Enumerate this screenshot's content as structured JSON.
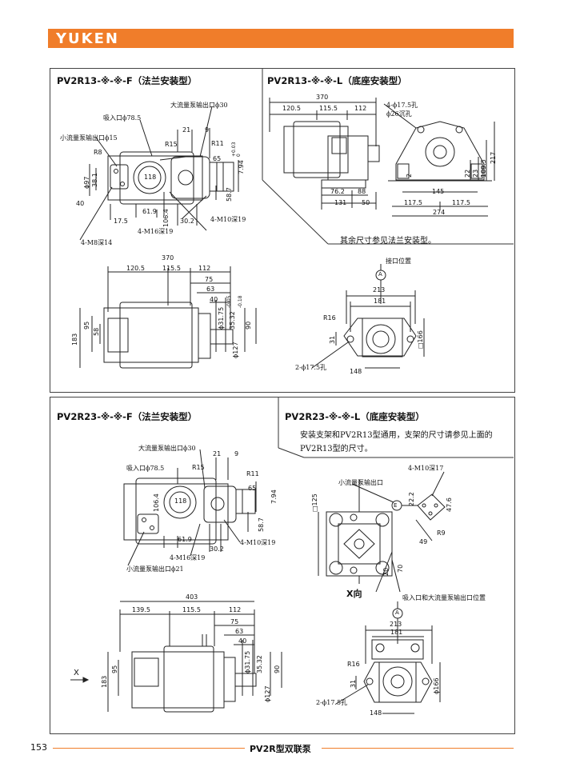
{
  "brand": "YUKEN",
  "page_number": "153",
  "footer_title": "PV2R型双联泵",
  "sec1": {
    "title": "PV2R13-※-※-F（法兰安装型）",
    "callouts": [
      "吸入口ϕ78.5",
      "大流量泵输出口ϕ30",
      "小流量泵输出口ϕ15",
      "R8",
      "R15",
      "R11",
      "65",
      "4-M16深19",
      "4-M8深14",
      "4-M10深19"
    ],
    "dims": [
      "21",
      "9",
      "7.94",
      "+0.03",
      "0",
      "118",
      "ϕ97",
      "38.1",
      "40",
      "17.5",
      "61.9",
      "106.4",
      "30.2",
      "58.7"
    ]
  },
  "sec2": {
    "title": "PV2R13-※-※-L（底座安装型）",
    "callouts": [
      "4-ϕ17.5孔",
      "ϕ26沉孔"
    ],
    "dims": [
      "370",
      "120.5",
      "115.5",
      "112",
      "76.2",
      "88",
      "131",
      "50",
      "145",
      "117.5",
      "117.5",
      "274",
      "2",
      "22",
      "23",
      "109.5",
      "217"
    ],
    "note": "其余尺寸参见法兰安装型。"
  },
  "sec3": {
    "dims": [
      "370",
      "120.5",
      "115.5",
      "112",
      "75",
      "63",
      "40",
      "ϕ31.75",
      "-0.05",
      "35.32",
      "-0.18",
      "ϕ127",
      "90",
      "95",
      "58",
      "183"
    ]
  },
  "sec4": {
    "label_port": "接口位置",
    "marker": "A",
    "dims": [
      "213",
      "181",
      "R16",
      "31",
      "2-ϕ17.5孔",
      "148",
      "□166"
    ]
  },
  "sec5": {
    "title": "PV2R23-※-※-F（法兰安装型）",
    "callouts": [
      "大流量泵输出口ϕ30",
      "吸入口ϕ78.5",
      "R15",
      "R11",
      "65",
      "4-M16深19",
      "4-M10深19",
      "小流量泵输出口ϕ21"
    ],
    "dims": [
      "21",
      "9",
      "7.94",
      "118",
      "106.4",
      "61.9",
      "30.2",
      "58.7"
    ]
  },
  "sec6": {
    "title": "PV2R23-※-※-L（底座安装型）",
    "note_line1": "安装支架和PV2R13型通用，支架的尺寸请参见上面的",
    "note_line2": "PV2R13型的尺寸。",
    "callouts": [
      "小流量泵输出口",
      "4-M10深17",
      "E",
      "R9"
    ],
    "dims": [
      "□125",
      "22.2",
      "47.6",
      "49",
      "20",
      "70"
    ],
    "x_view": "X向"
  },
  "sec7": {
    "dims": [
      "403",
      "139.5",
      "115.5",
      "112",
      "75",
      "63",
      "40",
      "ϕ31.75",
      "35.32",
      "ϕ127",
      "90",
      "95",
      "183"
    ],
    "x_marker": "X"
  },
  "sec8": {
    "label_port": "吸入口和大流量泵输出口位置",
    "marker": "A",
    "dims": [
      "213",
      "181",
      "R16",
      "31",
      "2-ϕ17.5孔",
      "148",
      "ϕ166"
    ]
  }
}
